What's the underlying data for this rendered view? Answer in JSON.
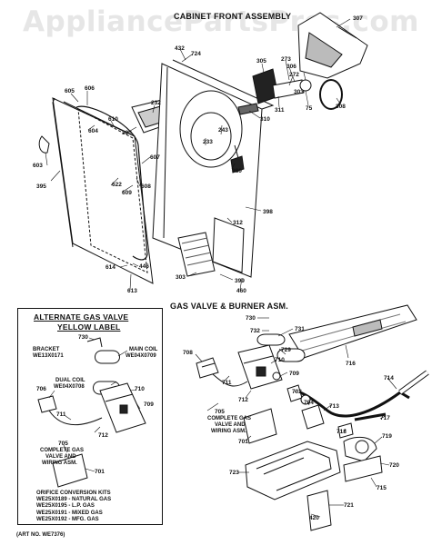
{
  "watermark": "AppliancePartsPros.com",
  "titles": {
    "cabinet": "CABINET FRONT ASSEMBLY",
    "gas_valve": "GAS VALVE & BURNER ASM.",
    "alt_line1": "ALTERNATE GAS VALVE",
    "alt_line2": "YELLOW LABEL"
  },
  "callouts": {
    "c307": "307",
    "c432": "432",
    "c724": "724",
    "c305": "305",
    "c273": "273",
    "c306": "306",
    "c272": "272",
    "c303a": "303",
    "c75": "75",
    "c308": "308",
    "c311": "311",
    "c310": "310",
    "c605": "605",
    "c606": "606",
    "c232": "232",
    "c604": "604",
    "c610": "610",
    "c300": "300",
    "c243": "243",
    "c233": "233",
    "c603": "603",
    "c607": "607",
    "c380": "380",
    "c395": "395",
    "c622": "622",
    "c609": "609",
    "c608": "608",
    "c398": "398",
    "c312": "312",
    "c614": "614",
    "c446": "446",
    "c303b": "303",
    "c399": "399",
    "c613": "613",
    "c460": "460",
    "c730a": "730",
    "c730b": "730",
    "c732": "732",
    "c731": "731",
    "c729": "729",
    "c708": "708",
    "c716": "716",
    "c710a": "710",
    "c710b": "710",
    "c709a": "709",
    "c709b": "709",
    "c706a": "706",
    "c711a": "711",
    "c711b": "711",
    "c712a": "712",
    "c712b": "712",
    "c702": "702",
    "c704": "704",
    "c714": "714",
    "c713": "713",
    "c705a": "705",
    "c705b": "705",
    "c717": "717",
    "c718": "718",
    "c701a": "701",
    "c701b": "701",
    "c719": "719",
    "c720": "720",
    "c723": "723",
    "c715": "715",
    "c721": "721",
    "c420": "420"
  },
  "notes": {
    "bracket": "BRACKET",
    "bracket_pn": "WE13X0171",
    "main_coil": "MAIN COIL",
    "main_coil_pn": "WE04X0709",
    "dual_coil": "DUAL COIL",
    "dual_coil_pn": "WE04X0708",
    "complete_a1": "COMPLETE GAS",
    "complete_a2": "VALVE AND",
    "complete_a3": "WIRING ASM.",
    "complete_b1": "COMPLETE GAS",
    "complete_b2": "VALVE AND",
    "complete_b3": "WIRING ASM."
  },
  "kits": {
    "title": "ORIFICE CONVERSION KITS",
    "k1": "WE25X0189 - NATURAL GAS",
    "k2": "WE25X0195 - L.P. GAS",
    "k3": "WE25X0191 - MIXED GAS",
    "k4": "WE25X0192 - MFG. GAS"
  },
  "art_no": "(ART NO. WE7376)"
}
